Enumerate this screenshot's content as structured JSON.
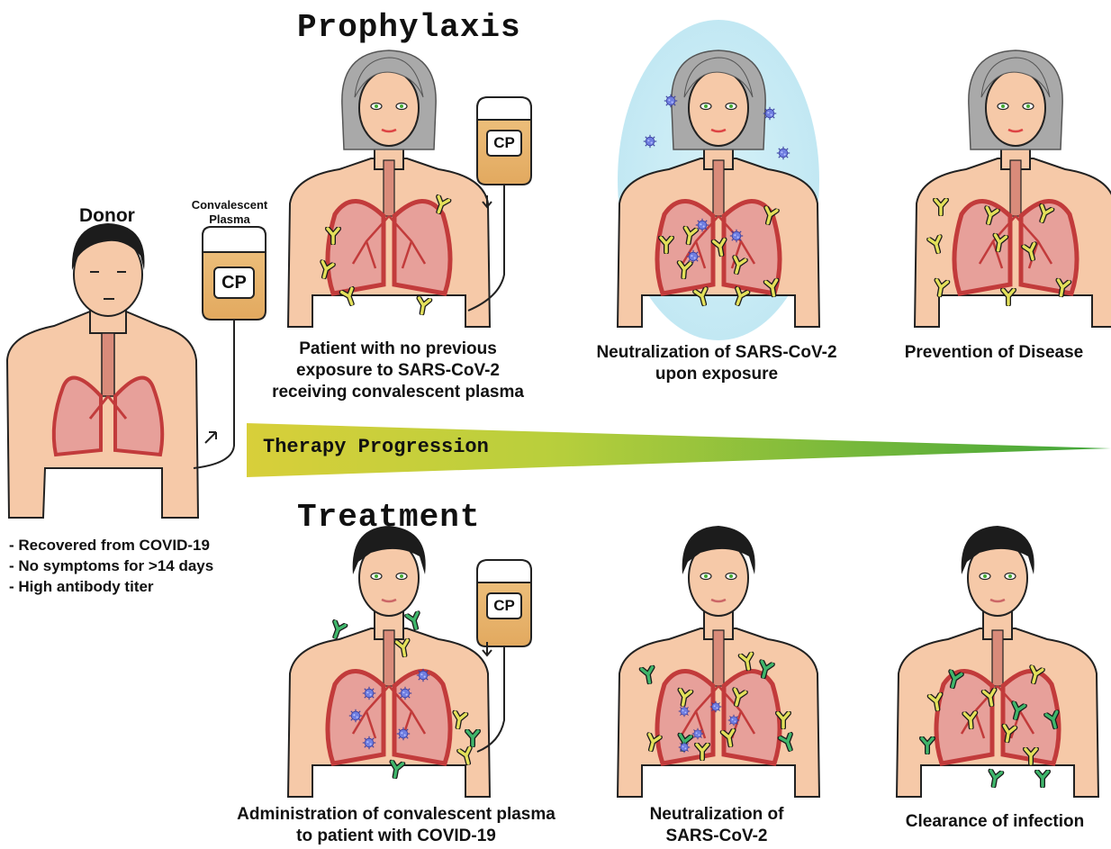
{
  "titles": {
    "prophylaxis": "Prophylaxis",
    "treatment": "Treatment",
    "donor": "Donor",
    "convalescent_plasma": "Convalescent\nPlasma",
    "therapy_progression": "Therapy Progression"
  },
  "bag_label": "CP",
  "donor_criteria": [
    "- Recovered from COVID-19",
    "- No symptoms for >14 days",
    "- High antibody titer"
  ],
  "prophylaxis_captions": [
    "Patient with no previous\nexposure to SARS-CoV-2\nreceiving convalescent plasma",
    "Neutralization of SARS-CoV-2\nupon exposure",
    "Prevention of Disease"
  ],
  "treatment_captions": [
    "Administration of convalescent plasma\nto patient with COVID-19",
    "Neutralization of\nSARS-CoV-2",
    "Clearance of infection"
  ],
  "colors": {
    "skin": "#f6c9a8",
    "skin_outline": "#222222",
    "lung": "#c23b3b",
    "lung_fill": "#e7a09a",
    "trachea": "#d98b7a",
    "gray_hair": "#a9a9a9",
    "dark_hair": "#1c1c1c",
    "antibody_yellow": "#e3e05a",
    "antibody_green": "#3fb66b",
    "virus": "#6f7ee0",
    "bag_fill": "#e8b56e",
    "aura": "#cdeef6",
    "wedge_start": "#d8cf3a",
    "wedge_end": "#3fa53a"
  }
}
